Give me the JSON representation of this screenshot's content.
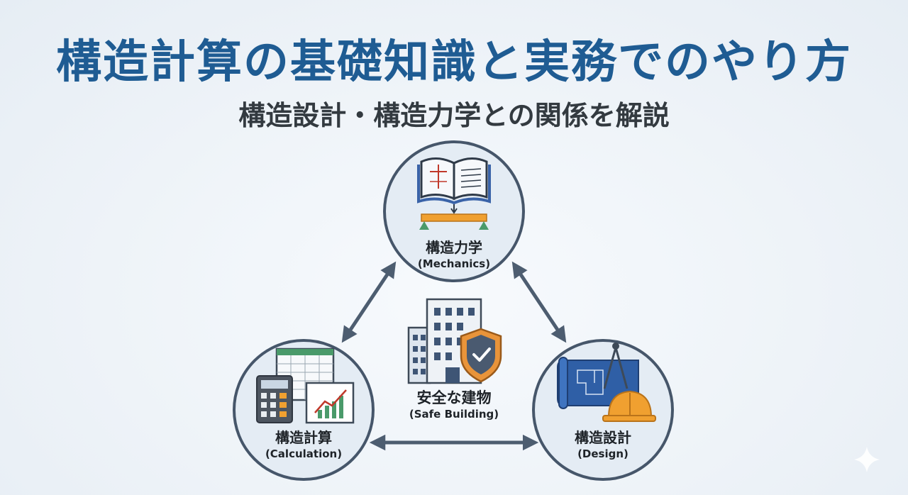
{
  "header": {
    "title": "構造計算の基礎知識と実務でのやり方",
    "subtitle": "構造設計・構造力学との関係を解説"
  },
  "nodes": {
    "mechanics": {
      "label_jp": "構造力学",
      "label_en": "(Mechanics)"
    },
    "calculation": {
      "label_jp": "構造計算",
      "label_en": "(Calculation)"
    },
    "design": {
      "label_jp": "構造設計",
      "label_en": "(Design)"
    },
    "center": {
      "label_jp": "安全な建物",
      "label_en": "(Safe Building)"
    }
  },
  "colors": {
    "title": "#1f5c93",
    "circle_stroke": "#46566a",
    "arrow": "#4d5d70",
    "accent_orange": "#f0a030",
    "accent_blue": "#3a63a8",
    "accent_green": "#4a9a6a"
  },
  "icons": {
    "mechanics": "open-book-beam-icon",
    "calculation": "calculator-spreadsheet-chart-icon",
    "design": "blueprint-compass-hardhat-icon",
    "center": "building-shield-icon"
  }
}
